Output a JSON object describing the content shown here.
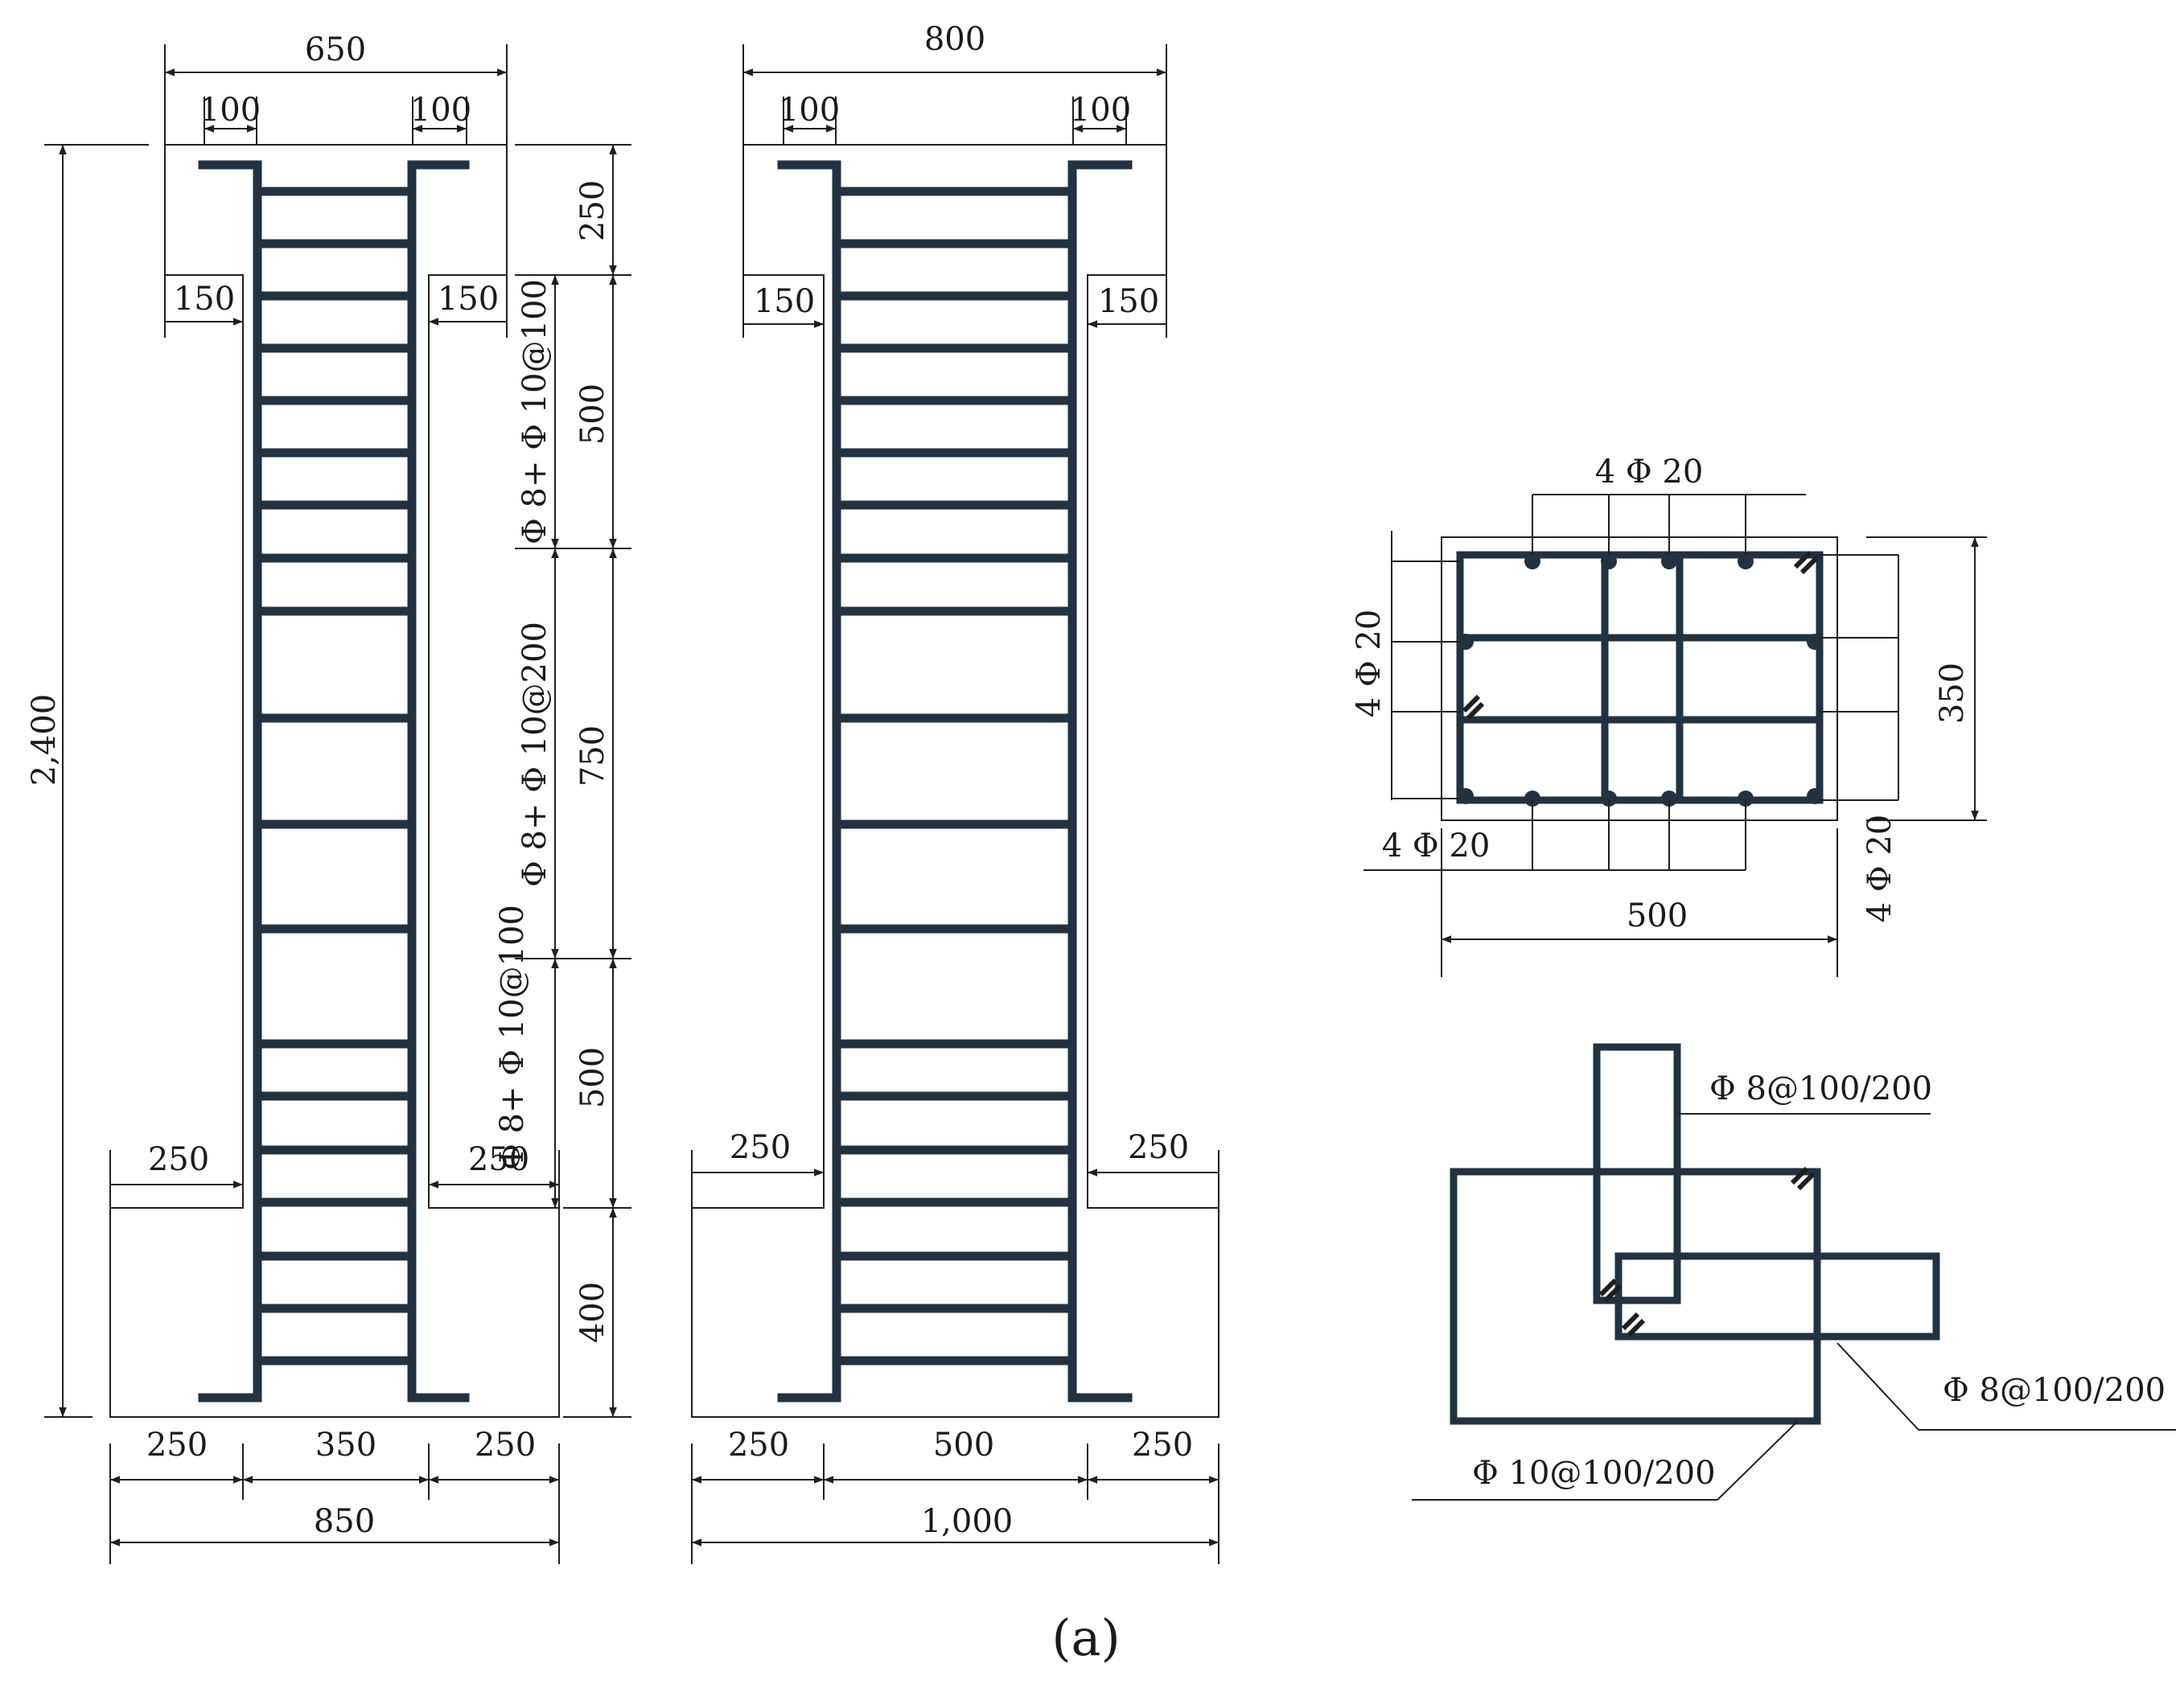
{
  "figure_label": "(a)",
  "colors": {
    "rebar": "#223240",
    "lines": "#1f1f1f",
    "background": "#ffffff"
  },
  "specimen_left": {
    "top_width": "650",
    "top_left_offset": "100",
    "top_right_offset": "100",
    "cap_height": "250",
    "cap_left_step": "150",
    "cap_right_step": "150",
    "total_height": "2,400",
    "zone_top_length": "500",
    "zone_top_stirrups": "Φ 8+ Φ 10@100",
    "zone_mid_length": "750",
    "zone_mid_stirrups": "Φ 8+ Φ 10@200",
    "zone_bot_length": "500",
    "zone_bot_stirrups": "Φ 8+ Φ 10@100",
    "base_left_step": "250",
    "base_right_step": "250",
    "base_height": "400",
    "bottom_left": "250",
    "bottom_mid": "350",
    "bottom_right": "250",
    "bottom_total": "850"
  },
  "specimen_right": {
    "top_width": "800",
    "top_left_offset": "100",
    "top_right_offset": "100",
    "cap_left_step": "150",
    "cap_right_step": "150",
    "base_left_step": "250",
    "base_right_step": "250",
    "bottom_left": "250",
    "bottom_mid": "500",
    "bottom_right": "250",
    "bottom_total": "1,000"
  },
  "section": {
    "top_bars": "4 Φ 20",
    "left_bars": "4 Φ 20",
    "bottom_bars": "4 Φ 20",
    "right_bars": "4 Φ 20",
    "height": "350",
    "width": "500"
  },
  "stirrup_detail": {
    "vertical_tie": "Φ 8@100/200",
    "horizontal_tie": "Φ 8@100/200",
    "outer_hoop": "Φ 10@100/200"
  }
}
